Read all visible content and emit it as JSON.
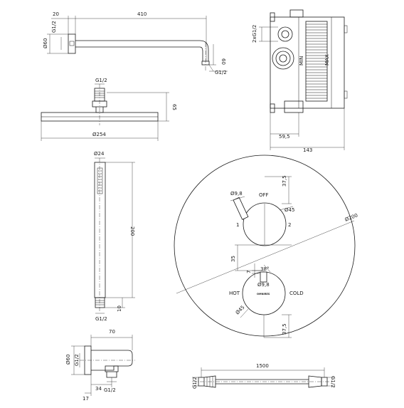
{
  "shower_arm": {
    "length": "410",
    "offset": "20",
    "thread": "G1/2",
    "diameter": "Ø60",
    "drop": "60",
    "outlet_thread": "G1/2"
  },
  "rough_in_box": {
    "inlet_thread": "2xG1/2",
    "min": "MIN",
    "max": "MAX",
    "depth_min": "59,5",
    "depth_total": "143"
  },
  "shower_head": {
    "thread": "G1/2",
    "height": "65",
    "diameter": "Ø254"
  },
  "hand_shower": {
    "diameter": "Ø24",
    "length": "200",
    "connector": "10",
    "thread": "G1/2"
  },
  "trim_plate": {
    "plate_diameter": "Ø200",
    "upper_handle_diameter": "Ø9,8",
    "upper_knob_diameter": "Ø45",
    "off_label": "OFF",
    "position_1": "1",
    "position_2": "2",
    "spacing_top": "37,5",
    "spacing_mid": "35",
    "lower_offset": "7",
    "lower_angle": "38°",
    "lower_handle_diameter": "Ø9,8",
    "brand": "OMNIRES",
    "hot_label": "HOT",
    "cold_label": "COLD",
    "lower_knob_diameter": "Ø45",
    "spacing_bottom": "37,5"
  },
  "wall_outlet": {
    "width": "70",
    "diameter": "Ø60",
    "thread": "G1/2",
    "offset": "34",
    "outlet_thread": "G1/2",
    "depth": "17"
  },
  "hose": {
    "length": "1500",
    "thread_left": "G1/2",
    "thread_right": "G1/2"
  }
}
